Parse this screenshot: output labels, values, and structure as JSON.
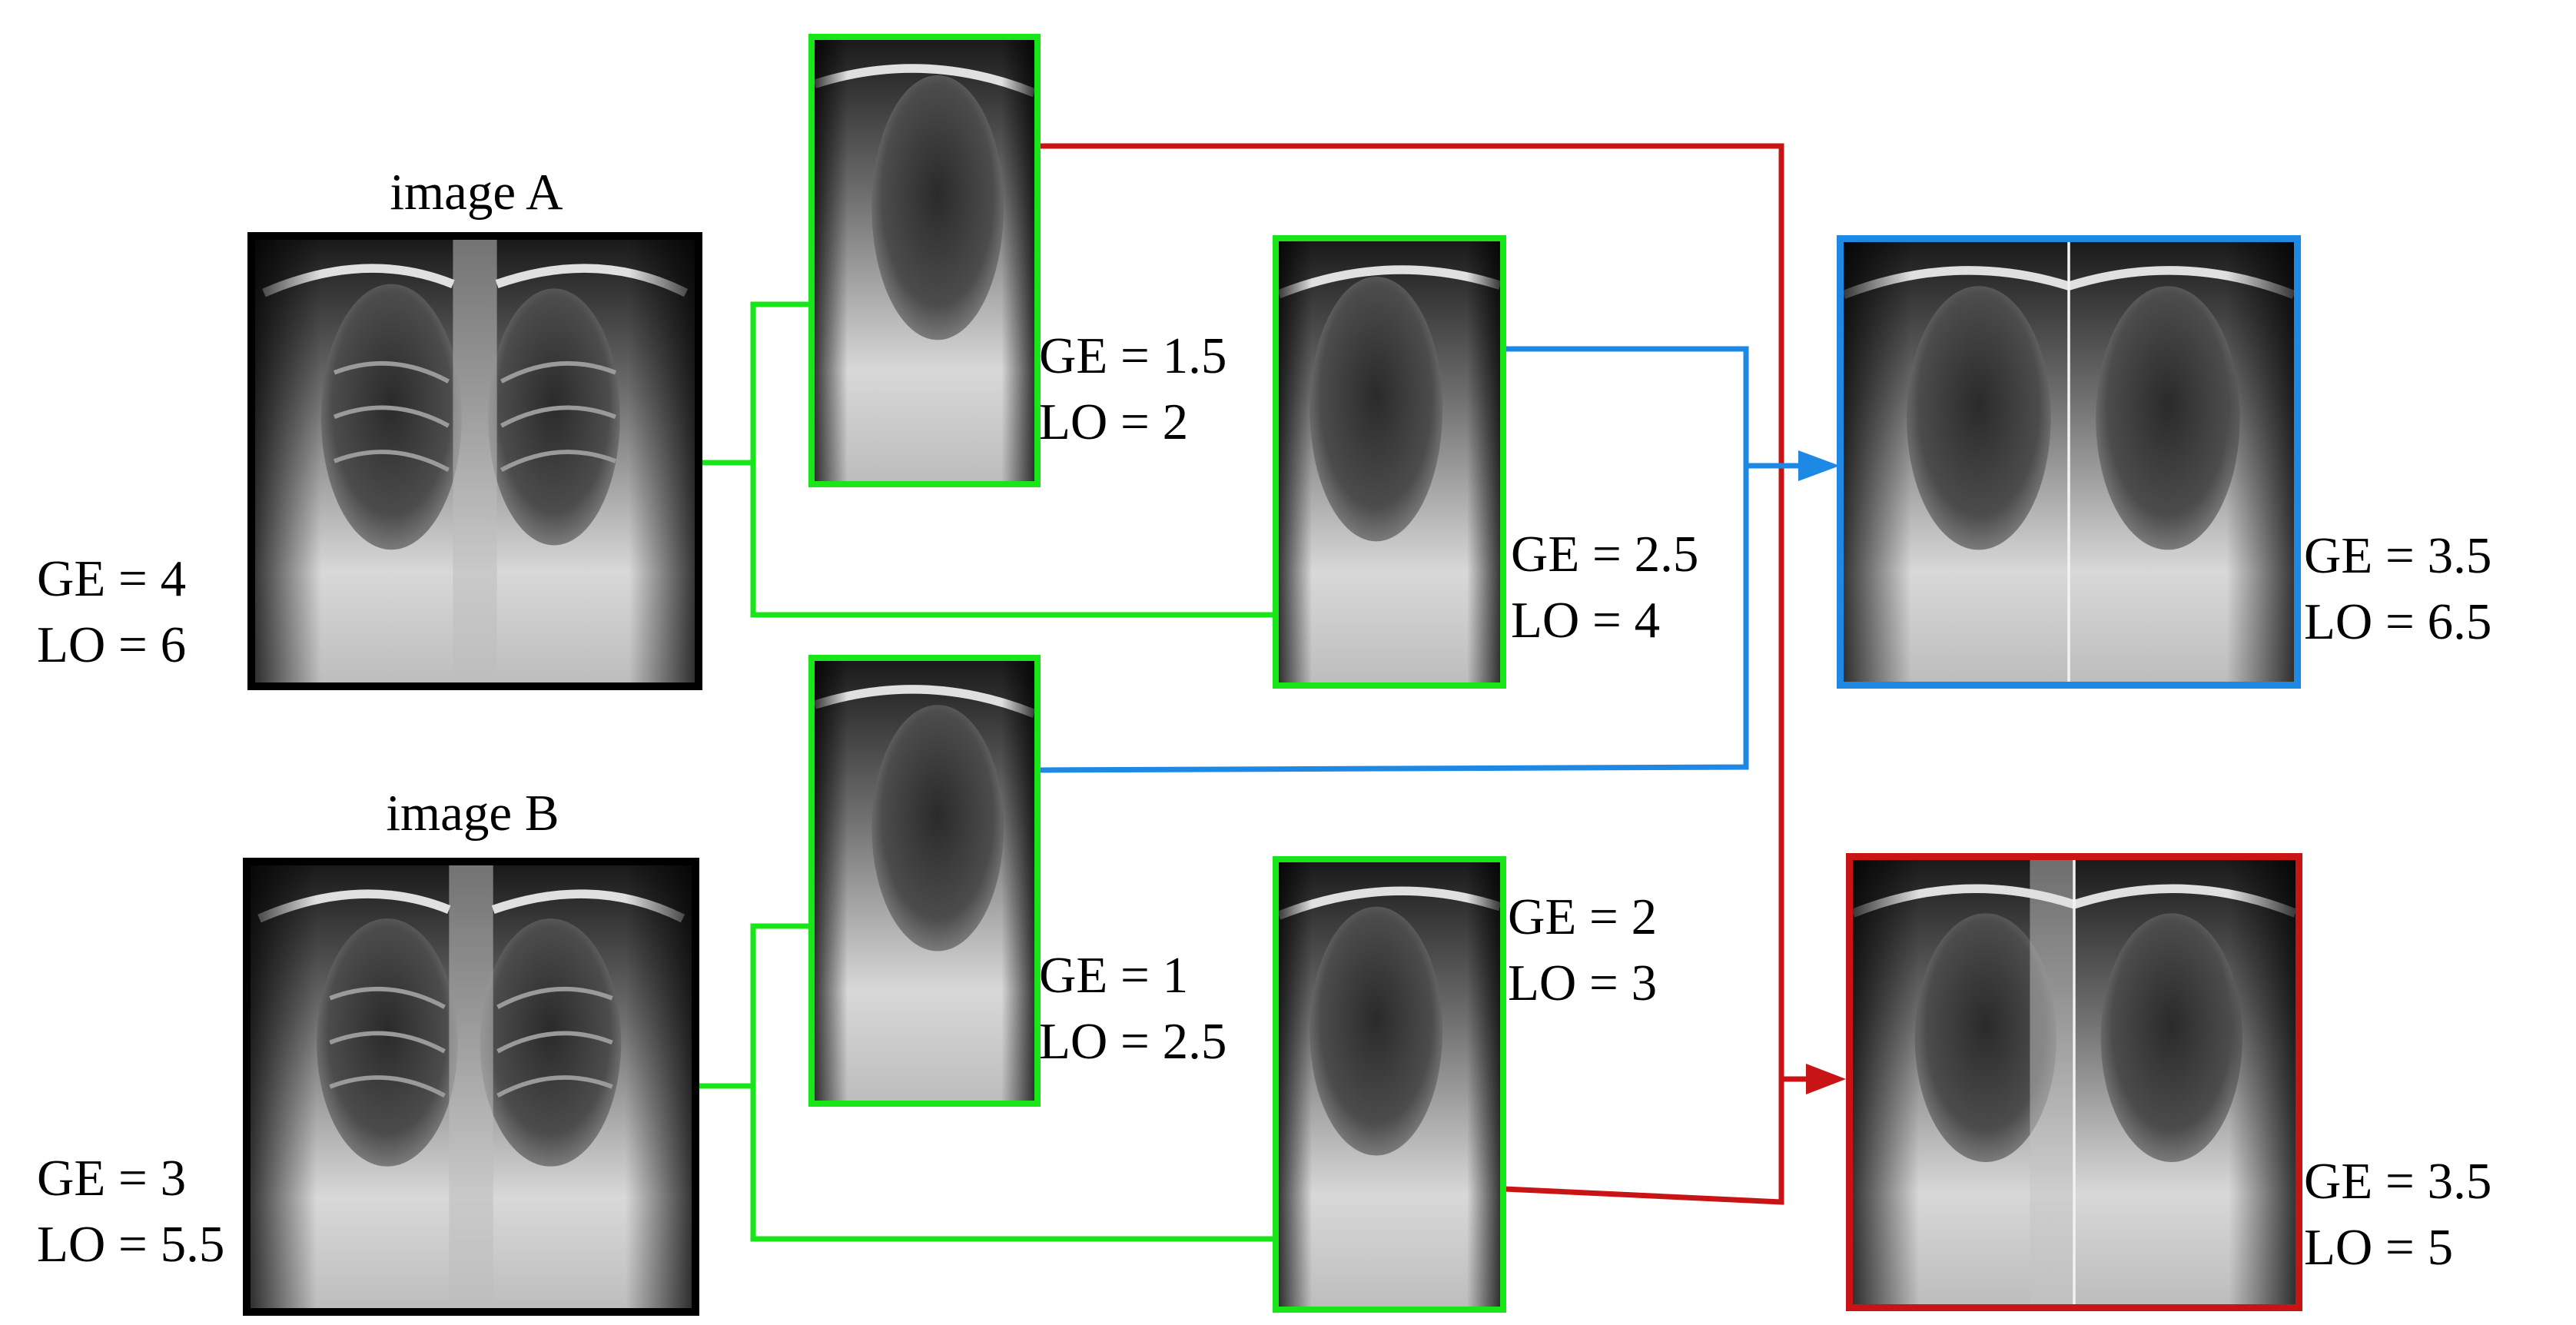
{
  "colors": {
    "green": "#19e619",
    "blue": "#1e88e5",
    "red": "#c81414",
    "black": "#000000"
  },
  "titles": {
    "image_a": "image A",
    "image_b": "image B"
  },
  "scores": {
    "image_a": {
      "ge": "GE = 4",
      "lo": "LO = 6"
    },
    "image_b": {
      "ge": "GE = 3",
      "lo": "LO = 5.5"
    },
    "a_right_half": {
      "ge": "GE = 1.5",
      "lo": "LO = 2"
    },
    "a_left_half": {
      "ge": "GE = 2.5",
      "lo": "LO = 4"
    },
    "b_right_half": {
      "ge": "GE = 1",
      "lo": "LO = 2.5"
    },
    "b_left_half": {
      "ge": "GE = 2",
      "lo": "LO = 3"
    },
    "mix_blue": {
      "ge": "GE = 3.5",
      "lo": "LO = 6.5"
    },
    "mix_red": {
      "ge": "GE = 3.5",
      "lo": "LO = 5"
    }
  }
}
